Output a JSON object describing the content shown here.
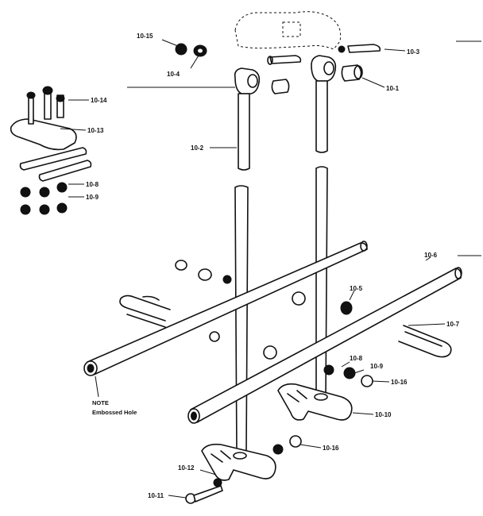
{
  "callouts": {
    "c_10_15": "10-15",
    "c_10_4": "10-4",
    "c_10_3": "10-3",
    "c_10_1": "10-1",
    "c_10_14": "10-14",
    "c_10_13": "10-13",
    "c_10_8_top": "10-8",
    "c_10_9_top": "10-9",
    "c_10_2": "10-2",
    "c_10_6": "10-6",
    "c_10_5": "10-5",
    "c_10_7": "10-7",
    "c_10_8": "10-8",
    "c_10_9": "10-9",
    "c_10_16_right": "10-16",
    "c_10_10": "10-10",
    "c_10_16_bottom": "10-16",
    "c_10_12": "10-12",
    "c_10_11": "10-11"
  },
  "note": {
    "line1": "NOTE",
    "line2": "Embossed Hole"
  }
}
